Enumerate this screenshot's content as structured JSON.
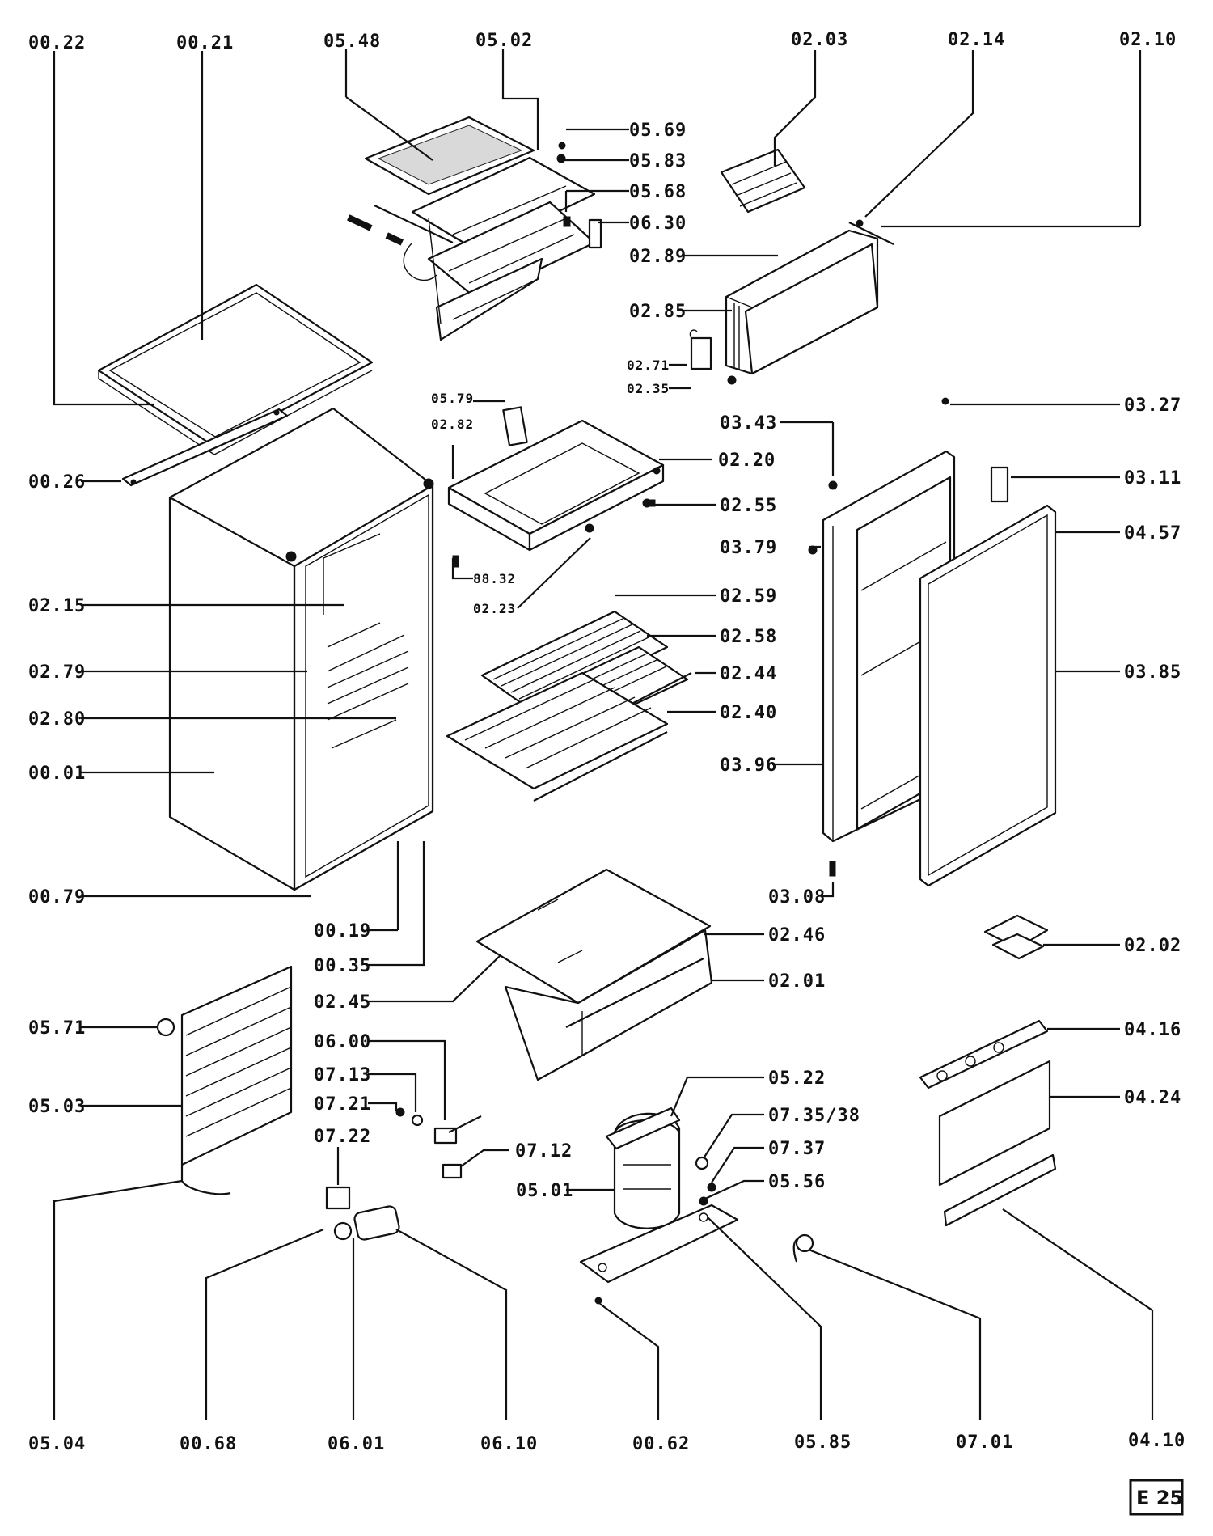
{
  "page_id": "E 25",
  "labels": [
    {
      "key": "L0022",
      "text": "00.22"
    },
    {
      "key": "L0021",
      "text": "00.21"
    },
    {
      "key": "L0548",
      "text": "05.48"
    },
    {
      "key": "L0502",
      "text": "05.02"
    },
    {
      "key": "L0569",
      "text": "05.69"
    },
    {
      "key": "L0583",
      "text": "05.83"
    },
    {
      "key": "L0568",
      "text": "05.68"
    },
    {
      "key": "L0630",
      "text": "06.30"
    },
    {
      "key": "L0203",
      "text": "02.03"
    },
    {
      "key": "L0214",
      "text": "02.14"
    },
    {
      "key": "L0210",
      "text": "02.10"
    },
    {
      "key": "L0289",
      "text": "02.89"
    },
    {
      "key": "L0285",
      "text": "02.85"
    },
    {
      "key": "L0271",
      "text": "02.71"
    },
    {
      "key": "L0235",
      "text": "02.35"
    },
    {
      "key": "L0327",
      "text": "03.27"
    },
    {
      "key": "L0579",
      "text": "05.79"
    },
    {
      "key": "L0282",
      "text": "02.82"
    },
    {
      "key": "L0343",
      "text": "03.43"
    },
    {
      "key": "L0220",
      "text": "02.20"
    },
    {
      "key": "L0026",
      "text": "00.26"
    },
    {
      "key": "L0311",
      "text": "03.11"
    },
    {
      "key": "L0255",
      "text": "02.55"
    },
    {
      "key": "L0457",
      "text": "04.57"
    },
    {
      "key": "L0379",
      "text": "03.79"
    },
    {
      "key": "L8832",
      "text": "88.32"
    },
    {
      "key": "L0223",
      "text": "02.23"
    },
    {
      "key": "L0215",
      "text": "02.15"
    },
    {
      "key": "L0259",
      "text": "02.59"
    },
    {
      "key": "L0258",
      "text": "02.58"
    },
    {
      "key": "L0244",
      "text": "02.44"
    },
    {
      "key": "L0279",
      "text": "02.79"
    },
    {
      "key": "L0385",
      "text": "03.85"
    },
    {
      "key": "L0240",
      "text": "02.40"
    },
    {
      "key": "L0280",
      "text": "02.80"
    },
    {
      "key": "L0396",
      "text": "03.96"
    },
    {
      "key": "L0001",
      "text": "00.01"
    },
    {
      "key": "L0308",
      "text": "03.08"
    },
    {
      "key": "L0079",
      "text": "00.79"
    },
    {
      "key": "L0019",
      "text": "00.19"
    },
    {
      "key": "L0246",
      "text": "02.46"
    },
    {
      "key": "L0202",
      "text": "02.02"
    },
    {
      "key": "L0035",
      "text": "00.35"
    },
    {
      "key": "L0201",
      "text": "02.01"
    },
    {
      "key": "L0245",
      "text": "02.45"
    },
    {
      "key": "L0571",
      "text": "05.71"
    },
    {
      "key": "L0600",
      "text": "06.00"
    },
    {
      "key": "L0416",
      "text": "04.16"
    },
    {
      "key": "L0713",
      "text": "07.13"
    },
    {
      "key": "L0522",
      "text": "05.22"
    },
    {
      "key": "L0503",
      "text": "05.03"
    },
    {
      "key": "L0721",
      "text": "07.21"
    },
    {
      "key": "L0424",
      "text": "04.24"
    },
    {
      "key": "L073538",
      "text": "07.35/38"
    },
    {
      "key": "L0722",
      "text": "07.22"
    },
    {
      "key": "L0737",
      "text": "07.37"
    },
    {
      "key": "L0712",
      "text": "07.12"
    },
    {
      "key": "L0556",
      "text": "05.56"
    },
    {
      "key": "L0501",
      "text": "05.01"
    },
    {
      "key": "L0504",
      "text": "05.04"
    },
    {
      "key": "L0068",
      "text": "00.68"
    },
    {
      "key": "L0601",
      "text": "06.01"
    },
    {
      "key": "L0610",
      "text": "06.10"
    },
    {
      "key": "L0062",
      "text": "00.62"
    },
    {
      "key": "L0585",
      "text": "05.85"
    },
    {
      "key": "L0701",
      "text": "07.01"
    },
    {
      "key": "L0410",
      "text": "04.10"
    }
  ]
}
